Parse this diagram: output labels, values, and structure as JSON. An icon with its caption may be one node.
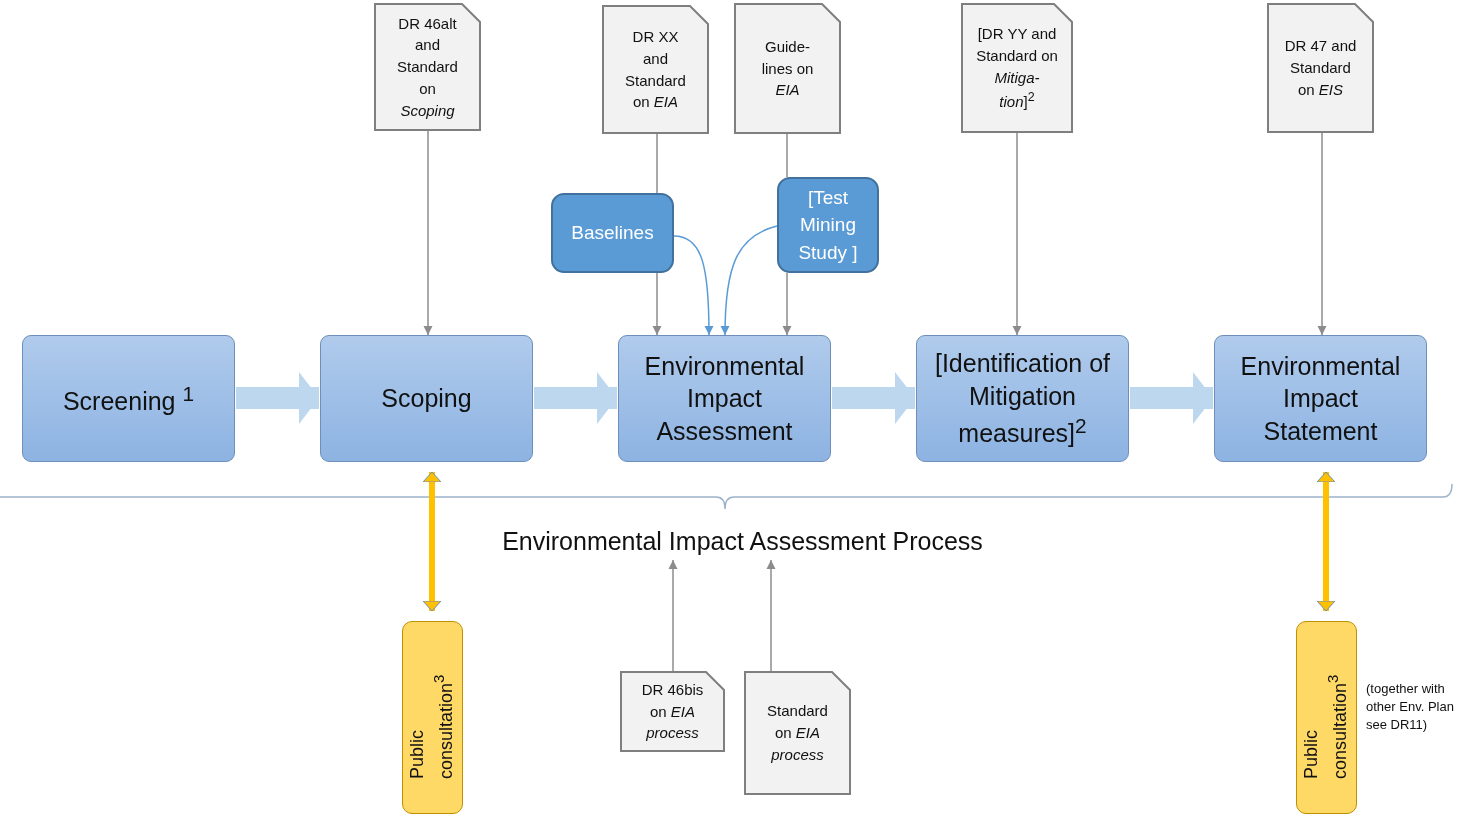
{
  "diagram": {
    "nodes": [
      {
        "text": [
          "DR 46alt and Standard on *Scoping*"
        ]
      },
      {
        "text": [
          "DR XX and Standard on *EIA*"
        ]
      },
      {
        "text": [
          "Guide- lines on *EIA*"
        ]
      },
      {
        "text": [
          "[DR YY and Standard on *Mitiga- tion*]$^{2}$"
        ]
      },
      {
        "text": [
          "DR 47 and Standard on *EIS*"
        ]
      },
      {
        "text": [
          "Baselines"
        ]
      },
      {
        "text": [
          "[Test Mining Study ]"
        ]
      },
      {
        "text": [
          "Screening $^{1}$"
        ]
      },
      {
        "text": [
          "Scoping"
        ]
      },
      {
        "text": [
          "Environmental Impact Assessment"
        ]
      },
      {
        "text": [
          "[Identification of Mitigation measures]$^{2}$"
        ]
      },
      {
        "text": [
          "Environmental Impact Statement"
        ]
      },
      {
        "text": [
          "Environmental Impact Assessment Process"
        ]
      },
      {
        "text": [
          "Public consultation$^{3}$"
        ]
      },
      {
        "text": [
          "DR 46bis on *EIA process*"
        ]
      },
      {
        "text": [
          "Standard on *EIA process*"
        ]
      },
      {
        "text": [
          "Public consultation$^{3}$"
        ],
        "beside": [
          "(together with other Env. Plan see DR11)"
        ]
      }
    ],
    "edges": [
      {
        "from": 7,
        "to": 8,
        "arrow": "to",
        "style": "thick",
        "color": "#bdd7ee"
      },
      {
        "from": 8,
        "to": 9,
        "arrow": "to",
        "style": "thick",
        "color": "#bdd7ee"
      },
      {
        "from": 9,
        "to": 10,
        "arrow": "to",
        "style": "thick",
        "color": "#bdd7ee"
      },
      {
        "from": 10,
        "to": 11,
        "arrow": "to",
        "style": "thick",
        "color": "#bdd7ee"
      },
      {
        "from": 0,
        "to": 8,
        "arrow": "to"
      },
      {
        "from": 1,
        "to": 5,
        "arrow": "none"
      },
      {
        "from": 5,
        "to": 9,
        "arrow": "to"
      },
      {
        "from": 5,
        "to": 9,
        "arrow": "to",
        "color": "#5b9bd5"
      },
      {
        "from": 2,
        "to": 6,
        "arrow": "none"
      },
      {
        "from": 6,
        "to": 9,
        "arrow": "to"
      },
      {
        "from": 6,
        "to": 9,
        "arrow": "to",
        "color": "#5b9bd5"
      },
      {
        "from": 3,
        "to": 10,
        "arrow": "to"
      },
      {
        "from": 4,
        "to": 11,
        "arrow": "to"
      },
      {
        "from": 13,
        "to": 8,
        "arrow": "both",
        "style": "thick",
        "color": "#ffc000"
      },
      {
        "from": 16,
        "to": 11,
        "arrow": "both",
        "style": "thick",
        "color": "#ffc000"
      },
      {
        "from": 14,
        "to": 12,
        "arrow": "to"
      },
      {
        "from": 15,
        "to": 12,
        "arrow": "to"
      }
    ]
  }
}
